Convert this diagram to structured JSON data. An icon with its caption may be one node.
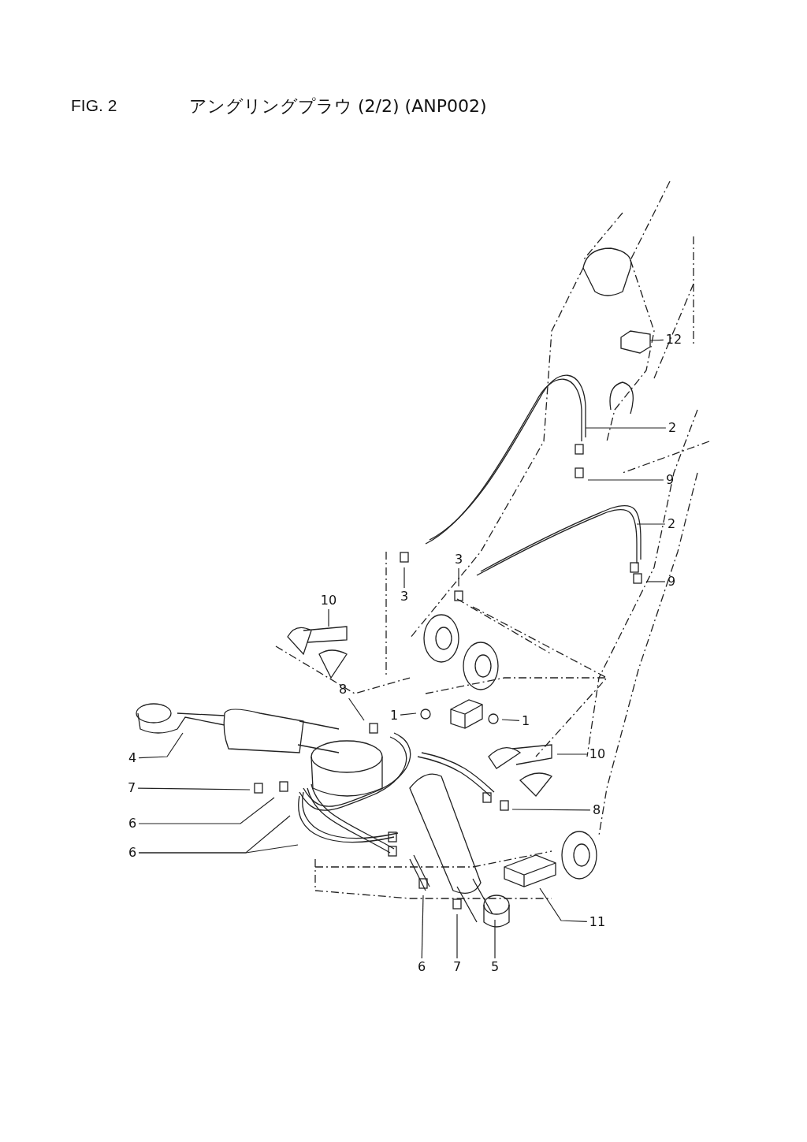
{
  "diagram": {
    "title": "アングリングプラウ (2/2) (ANP002)",
    "nodes": [
      {
        "text": [
          "12"
        ]
      },
      {
        "text": [
          "2"
        ]
      },
      {
        "text": [
          "9"
        ]
      },
      {
        "text": [
          "2"
        ]
      },
      {
        "text": [
          "3"
        ]
      },
      {
        "text": [
          "9"
        ]
      },
      {
        "text": [
          "3"
        ]
      },
      {
        "text": [
          "10"
        ]
      },
      {
        "text": [
          "8"
        ]
      },
      {
        "text": [
          "1"
        ]
      },
      {
        "text": [
          "1"
        ]
      },
      {
        "text": [
          "4"
        ]
      },
      {
        "text": [
          "10"
        ]
      },
      {
        "text": [
          "7"
        ]
      },
      {
        "text": [
          "8"
        ]
      },
      {
        "text": [
          "6"
        ]
      },
      {
        "text": [
          "6"
        ]
      },
      {
        "text": [
          "11"
        ]
      },
      {
        "text": [
          "6"
        ]
      },
      {
        "text": [
          "7"
        ]
      },
      {
        "text": [
          "5"
        ]
      }
    ],
    "edges": [
      {
        "from": 0,
        "to": null,
        "arrow": "none"
      },
      {
        "from": 1,
        "to": null,
        "arrow": "none"
      },
      {
        "from": 2,
        "to": null,
        "arrow": "none"
      },
      {
        "from": 3,
        "to": null,
        "arrow": "none"
      },
      {
        "from": 4,
        "to": null,
        "arrow": "none"
      },
      {
        "from": 5,
        "to": null,
        "arrow": "none"
      },
      {
        "from": 6,
        "to": null,
        "arrow": "none"
      },
      {
        "from": 7,
        "to": null,
        "arrow": "none"
      },
      {
        "from": 8,
        "to": null,
        "arrow": "none"
      },
      {
        "from": 9,
        "to": null,
        "arrow": "none"
      },
      {
        "from": 10,
        "to": null,
        "arrow": "none"
      },
      {
        "from": 11,
        "to": null,
        "arrow": "none"
      },
      {
        "from": 12,
        "to": null,
        "arrow": "none"
      },
      {
        "from": 13,
        "to": null,
        "arrow": "none"
      },
      {
        "from": 14,
        "to": null,
        "arrow": "none"
      },
      {
        "from": 15,
        "to": null,
        "arrow": "none"
      },
      {
        "from": 16,
        "to": null,
        "arrow": "none"
      },
      {
        "from": 16,
        "to": null,
        "arrow": "none"
      },
      {
        "from": 17,
        "to": null,
        "arrow": "none"
      },
      {
        "from": 18,
        "to": null,
        "arrow": "none"
      },
      {
        "from": 19,
        "to": null,
        "arrow": "none"
      },
      {
        "from": 20,
        "to": null,
        "arrow": "none"
      }
    ],
    "labels": [
      "FIG. 2"
    ]
  }
}
